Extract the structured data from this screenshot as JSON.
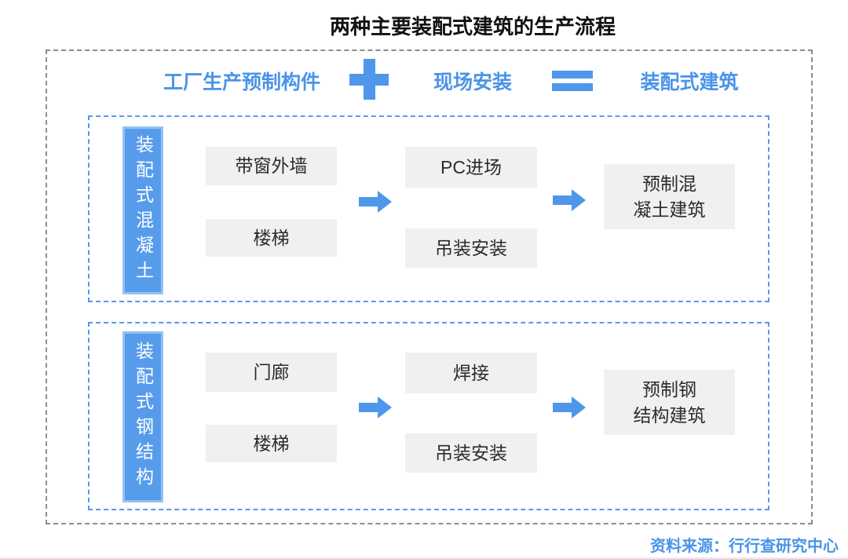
{
  "title": "两种主要装配式建筑的生产流程",
  "header": {
    "factory_label": "工厂生产预制构件",
    "onsite_label": "现场安装",
    "building_label": "装配式建筑"
  },
  "icons": {
    "plus": "+",
    "equals": "=",
    "arrow_right": "→"
  },
  "sections": [
    {
      "label": "装配式混凝土",
      "factory_items": [
        "带窗外墙",
        "楼梯"
      ],
      "install_items": [
        "PC进场",
        "吊装安装"
      ],
      "result": "预制混\n凝土建筑"
    },
    {
      "label": "装配式钢结构",
      "factory_items": [
        "门廊",
        "楼梯"
      ],
      "install_items": [
        "焊接",
        "吊装安装"
      ],
      "result": "预制钢\n结构建筑"
    }
  ],
  "source": "资料来源：行行查研究中心",
  "colors": {
    "accent_blue": "#4F97EA",
    "text_blue": "#4A94E8",
    "label_background": "#579CEB",
    "label_border": "#94C2F3",
    "box_gray": "#F0F0F0",
    "outer_border_gray": "#8D8D8D",
    "section_border_blue": "#5599EE",
    "title_black": "#111111"
  }
}
